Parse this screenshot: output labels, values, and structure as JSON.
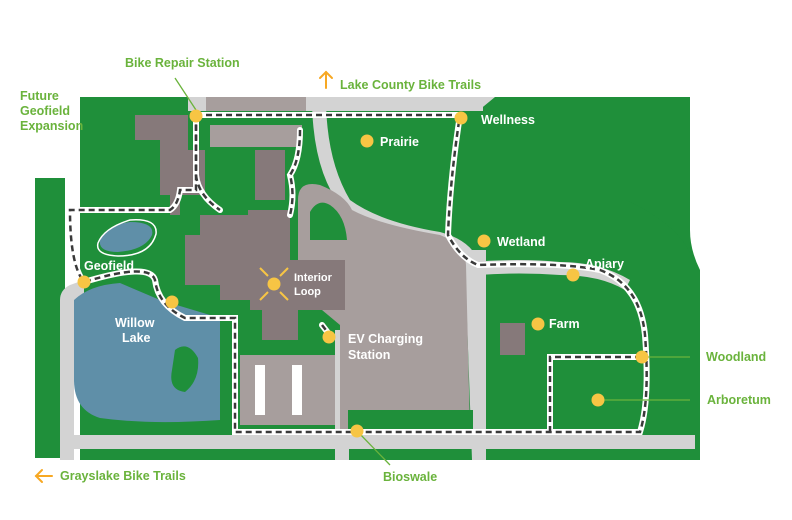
{
  "labels": {
    "bike_repair_station": "Bike Repair Station",
    "lake_county_bike_trails": "Lake County Bike Trails",
    "future_geofield_expansion": [
      "Future",
      "Geofield",
      "Expansion"
    ],
    "wellness": "Wellness",
    "prairie": "Prairie",
    "wetland": "Wetland",
    "apiary": "Apiary",
    "geofield": "Geofield",
    "willow_lake": [
      "Willow",
      "Lake"
    ],
    "interior_loop": [
      "Interior",
      "Loop"
    ],
    "ev_charging_station": [
      "EV Charging",
      "Station"
    ],
    "farm": "Farm",
    "woodland": "Woodland",
    "arboretum": "Arboretum",
    "bioswale": "Bioswale",
    "grayslake_bike_trails": "Grayslake Bike Trails"
  },
  "icons": {
    "arrow_up": "arrow-up-icon",
    "arrow_left": "arrow-left-icon",
    "point_marker": "point-marker-icon"
  },
  "colors": {
    "grass": "#1f8f3a",
    "road": "#d3d3d3",
    "building": "#86797a",
    "parking": "#a79e9d",
    "lake": "#5f8fa8",
    "label_green": "#6ab33c",
    "marker": "#f7c544",
    "arrow": "#f7a823"
  }
}
